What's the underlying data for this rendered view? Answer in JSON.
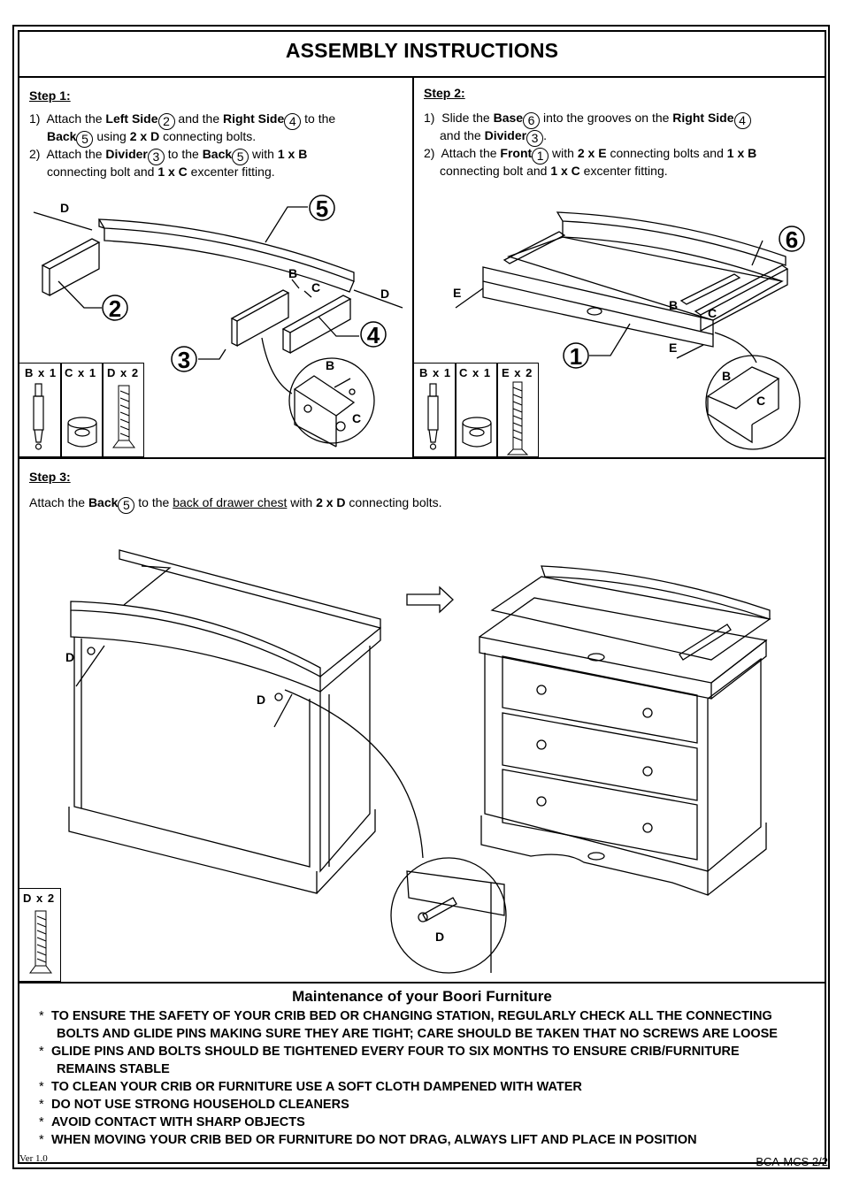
{
  "title": "ASSEMBLY INSTRUCTIONS",
  "step1": {
    "heading": "Step 1:",
    "line1": {
      "num": "1)",
      "a": "Attach the ",
      "b": "Left Side",
      "c": "2",
      "d": " and the ",
      "e": "Right Side",
      "f": "4",
      "g": " to the"
    },
    "line2": {
      "a": "Back",
      "b": "5",
      "c": " using ",
      "d": "2 x D",
      "e": " connecting bolts."
    },
    "line3": {
      "num": "2)",
      "a": "Attach the ",
      "b": "Divider",
      "c": "3",
      "d": " to the ",
      "e": "Back",
      "f": "5",
      "g": " with ",
      "h": "1 x B"
    },
    "line4": {
      "a": "connecting bolt and ",
      "b": "1 x C",
      "c": " excenter fitting."
    },
    "callouts": [
      "5",
      "2",
      "3",
      "4"
    ],
    "letters": [
      "D",
      "B",
      "C",
      "D",
      "B",
      "C"
    ],
    "parts": [
      "B x 1",
      "C x 1",
      "D x 2"
    ]
  },
  "step2": {
    "heading": "Step 2:",
    "line1": {
      "num": "1)",
      "a": "Slide the ",
      "b": "Base",
      "c": "6",
      "d": " into the grooves on the ",
      "e": "Right Side",
      "f": "4"
    },
    "line2": {
      "a": "and the ",
      "b": "Divider",
      "c": "3",
      "d": "."
    },
    "line3": {
      "num": "2)",
      "a": "Attach the ",
      "b": "Front",
      "c": "1",
      "d": " with ",
      "e": "2 x E",
      "f": " connecting bolts and ",
      "g": "1 x B"
    },
    "line4": {
      "a": "connecting bolt and ",
      "b": "1 x C",
      "c": " excenter fitting."
    },
    "callouts": [
      "6",
      "1"
    ],
    "letters": [
      "E",
      "B",
      "C",
      "E",
      "B",
      "C"
    ],
    "parts": [
      "B x 1",
      "C x 1",
      "E x 2"
    ]
  },
  "step3": {
    "heading": "Step 3:",
    "line1": {
      "a": "Attach the ",
      "b": "Back",
      "c": "5",
      "d": " to the ",
      "e": "back of drawer chest",
      "f": " with ",
      "g": "2 x D",
      "h": " connecting bolts."
    },
    "letters": [
      "D",
      "D",
      "D"
    ],
    "parts": [
      "D x 2"
    ]
  },
  "maintenance": {
    "title": "Maintenance of your Boori Furniture",
    "items": [
      "TO ENSURE THE SAFETY OF YOUR CRIB BED OR CHANGING STATION, REGULARLY CHECK ALL THE CONNECTING",
      "BOLTS AND GLIDE PINS MAKING SURE THEY ARE TIGHT; CARE SHOULD BE TAKEN THAT NO SCREWS ARE LOOSE",
      "GLIDE PINS AND BOLTS SHOULD BE TIGHTENED EVERY FOUR TO SIX MONTHS TO ENSURE CRIB/FURNITURE",
      "REMAINS STABLE",
      "TO CLEAN YOUR CRIB OR FURNITURE USE A SOFT CLOTH DAMPENED WITH WATER",
      "DO NOT USE STRONG HOUSEHOLD CLEANERS",
      "AVOID CONTACT WITH SHARP OBJECTS",
      "WHEN MOVING YOUR CRIB BED OR FURNITURE DO NOT DRAG, ALWAYS LIFT AND PLACE IN POSITION"
    ],
    "star": "*"
  },
  "footer": {
    "version": "Ver 1.0",
    "code": "BCA-MCS 2/2"
  }
}
